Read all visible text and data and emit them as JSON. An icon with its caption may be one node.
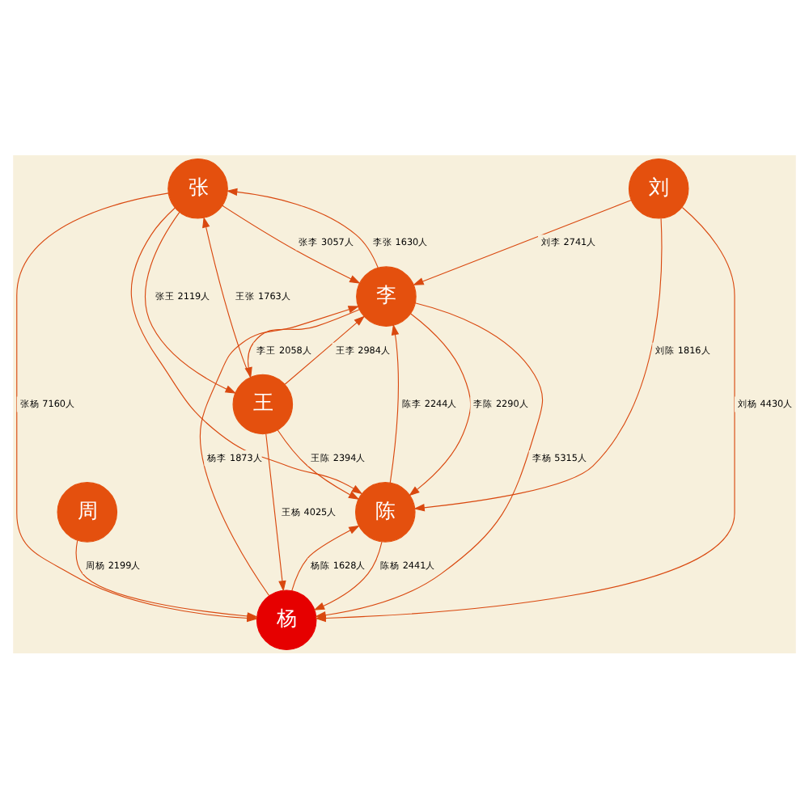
{
  "diagram": {
    "nodes": [
      {
        "text": [
          "张"
        ]
      },
      {
        "text": [
          "周"
        ]
      },
      {
        "text": [
          "李"
        ]
      },
      {
        "text": [
          "杨"
        ]
      },
      {
        "text": [
          "刘"
        ]
      },
      {
        "text": [
          "王"
        ]
      },
      {
        "text": [
          "陈"
        ]
      }
    ],
    "edges": [
      {
        "from": 0,
        "to": 2,
        "arrow": "to",
        "label": "张李 3057人"
      },
      {
        "from": 2,
        "to": 0,
        "arrow": "to",
        "label": "李张 1630人"
      },
      {
        "from": 0,
        "to": 3,
        "arrow": "to",
        "label": "张杨 7160人"
      },
      {
        "from": 5,
        "to": 0,
        "arrow": "to",
        "label": "王张 1763人"
      },
      {
        "from": 1,
        "to": 3,
        "arrow": "to",
        "label": "周杨 2199人"
      },
      {
        "from": 4,
        "to": 2,
        "arrow": "to",
        "label": "刘李 2741人"
      },
      {
        "from": 3,
        "to": 2,
        "arrow": "to",
        "label": "杨李 1873人"
      },
      {
        "from": 2,
        "to": 3,
        "arrow": "to",
        "label": "李杨 5315人"
      },
      {
        "from": 4,
        "to": 3,
        "arrow": "to",
        "label": "刘杨 4430人"
      },
      {
        "from": 6,
        "to": 2,
        "arrow": "to",
        "label": "陈李 2244人"
      },
      {
        "from": 5,
        "to": 2,
        "arrow": "to",
        "label": "王李 2984人"
      },
      {
        "from": 2,
        "to": 5,
        "arrow": "to",
        "label": "李王 2058人"
      },
      {
        "from": 0,
        "to": 5,
        "arrow": "to",
        "label": "张王 2119人"
      },
      {
        "from": 5,
        "to": 3,
        "arrow": "to",
        "label": "王杨 4025人"
      },
      {
        "from": 3,
        "to": 6,
        "arrow": "to",
        "label": "杨陈 1628人"
      },
      {
        "from": 6,
        "to": 3,
        "arrow": "to",
        "label": "陈杨 2441人"
      },
      {
        "from": 4,
        "to": 6,
        "arrow": "to",
        "label": "刘陈 1816人"
      },
      {
        "from": 5,
        "to": 6,
        "arrow": "to",
        "label": "王陈 2394人"
      },
      {
        "from": 2,
        "to": 6,
        "arrow": "to",
        "label": "李陈 2290人"
      },
      {
        "from": 0,
        "to": 6,
        "arrow": "to"
      }
    ]
  }
}
